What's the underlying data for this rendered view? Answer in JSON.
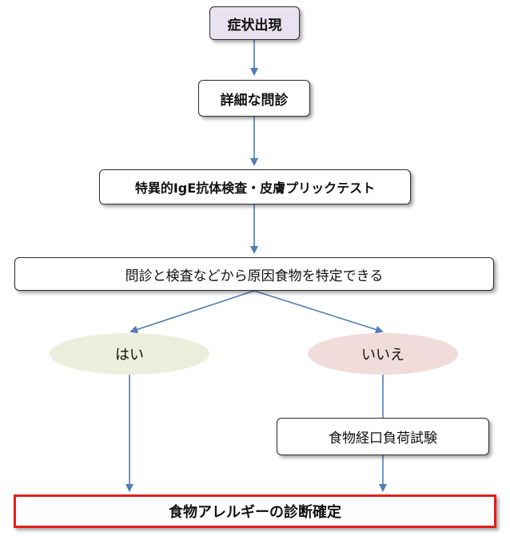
{
  "nodes": {
    "symptom": "症状出現",
    "interview": "詳細な問診",
    "tests": "特異的IgE抗体検査・皮膚プリックテスト",
    "identify": "問診と検査などから原因食物を特定できる",
    "yes": "はい",
    "no": "いいえ",
    "challenge": "食物経口負荷試験",
    "diagnosis": "食物アレルギーの診断確定"
  },
  "colors": {
    "arrow": "#4f7db5",
    "final_border": "#e0201b",
    "start_fill": "#e9e3f1",
    "yes_fill": "#ebf0de",
    "no_fill": "#f1dcdc"
  }
}
